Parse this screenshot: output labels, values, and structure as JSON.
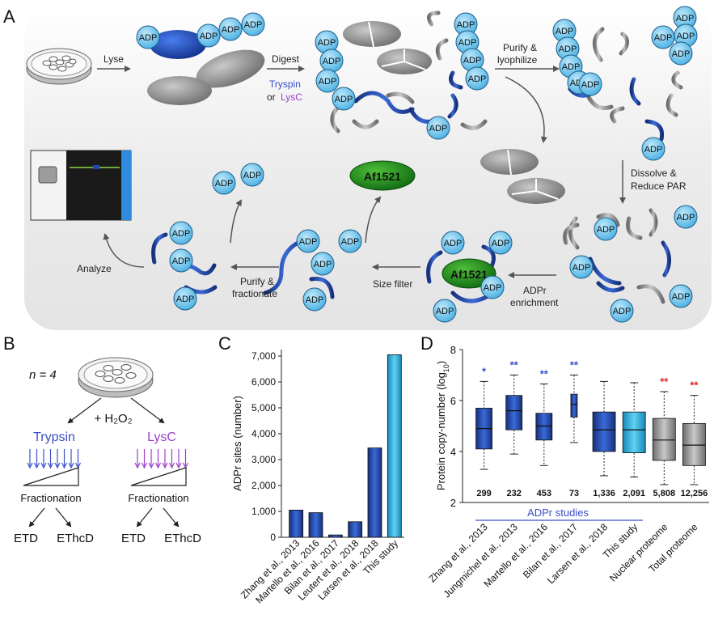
{
  "panels": {
    "a": "A",
    "b": "B",
    "c": "C",
    "d": "D"
  },
  "panel_a": {
    "adp": "ADP",
    "steps": {
      "lyse": "Lyse",
      "digest": "Digest",
      "tryspin": "Tryspin",
      "or": "or",
      "lysc": "LysC",
      "purify1": "Purify &",
      "lyophilize": "lyophilize",
      "dissolve": "Dissolve &",
      "reduce": "Reduce PAR",
      "adpr1": "ADPr",
      "enrichment": "enrichment",
      "size_filter": "Size filter",
      "purify2": "Purify &",
      "fractionate": "fractionate",
      "analyze": "Analyze"
    },
    "af1521": "Af1521",
    "colors": {
      "adp": "#6cc5ee",
      "af1521": "#1f8a1f",
      "blue_protein": "#2346b0",
      "grey": "#9a9a9a",
      "instrument_accent": "#2f8be0"
    }
  },
  "panel_b": {
    "n_label": "n = 4",
    "h2o2": "+ H₂O₂",
    "branches": [
      {
        "enzyme": "Trypsin",
        "color": "#3a4fc8",
        "fractionation": "Fractionation",
        "methods": [
          "ETD",
          "EThcD"
        ]
      },
      {
        "enzyme": "LysC",
        "color": "#9b3fc8",
        "fractionation": "Fractionation",
        "methods": [
          "ETD",
          "EThcD"
        ]
      }
    ]
  },
  "panel_c": {
    "chart_data": {
      "type": "bar",
      "categories": [
        "Zhang et al., 2013",
        "Martello et al., 2016",
        "Bilan et al., 2017",
        "Leutert et al., 2018",
        "Larsen et al., 2018",
        "This study"
      ],
      "values": [
        1050,
        950,
        90,
        600,
        3450,
        7050
      ],
      "ylabel": "ADPr sites (number)",
      "yticks": [
        "0",
        "1,000",
        "2,000",
        "3,000",
        "4,000",
        "5,000",
        "6,000",
        "7,000"
      ],
      "ylim": [
        0,
        7250
      ],
      "colors": {
        "study": "#1f4fa8",
        "this_study": "#2aa6d2"
      }
    }
  },
  "panel_d": {
    "chart_data": {
      "type": "box",
      "categories": [
        "Zhang et al., 2013",
        "Jungmichel et al., 2013",
        "Martello et al., 2016",
        "Bilan et al., 2017",
        "Larsen et al., 2018",
        "This study",
        "Nuclear proteome",
        "Total proteome"
      ],
      "ylabel": "Protein copy-number (log10)",
      "ylim": [
        2,
        8
      ],
      "yticks": [
        "2",
        "4",
        "6",
        "8"
      ],
      "boxes": [
        {
          "q1": 4.1,
          "median": 4.9,
          "q3": 5.7,
          "lo": 3.3,
          "hi": 6.75,
          "n": "299",
          "sig": "*",
          "sig_color": "#3a4fc8"
        },
        {
          "q1": 4.85,
          "median": 5.6,
          "q3": 6.2,
          "lo": 3.9,
          "hi": 7.0,
          "n": "232",
          "sig": "**",
          "sig_color": "#3a4fc8"
        },
        {
          "q1": 4.45,
          "median": 5.0,
          "q3": 5.5,
          "lo": 3.45,
          "hi": 6.65,
          "n": "453",
          "sig": "**",
          "sig_color": "#3a4fc8"
        },
        {
          "q1": 5.35,
          "median": 5.85,
          "q3": 6.25,
          "lo": 4.35,
          "hi": 7.0,
          "n": "73",
          "sig": "**",
          "sig_color": "#3a4fc8"
        },
        {
          "q1": 4.0,
          "median": 4.85,
          "q3": 5.55,
          "lo": 3.05,
          "hi": 6.75,
          "n": "1,336",
          "sig": "",
          "sig_color": ""
        },
        {
          "q1": 3.95,
          "median": 4.85,
          "q3": 5.55,
          "lo": 3.0,
          "hi": 6.7,
          "n": "2,091",
          "sig": "",
          "sig_color": ""
        },
        {
          "q1": 3.65,
          "median": 4.45,
          "q3": 5.3,
          "lo": 2.7,
          "hi": 6.35,
          "n": "5,808",
          "sig": "**",
          "sig_color": "#e0262b"
        },
        {
          "q1": 3.45,
          "median": 4.25,
          "q3": 5.1,
          "lo": 2.7,
          "hi": 6.2,
          "n": "12,256",
          "sig": "**",
          "sig_color": "#e0262b"
        }
      ],
      "bracket_label": "ADPr studies",
      "colors": {
        "study": "#1f4fa8",
        "this_study": "#2aa6d2",
        "proteome": "#9a9a9a"
      }
    }
  }
}
